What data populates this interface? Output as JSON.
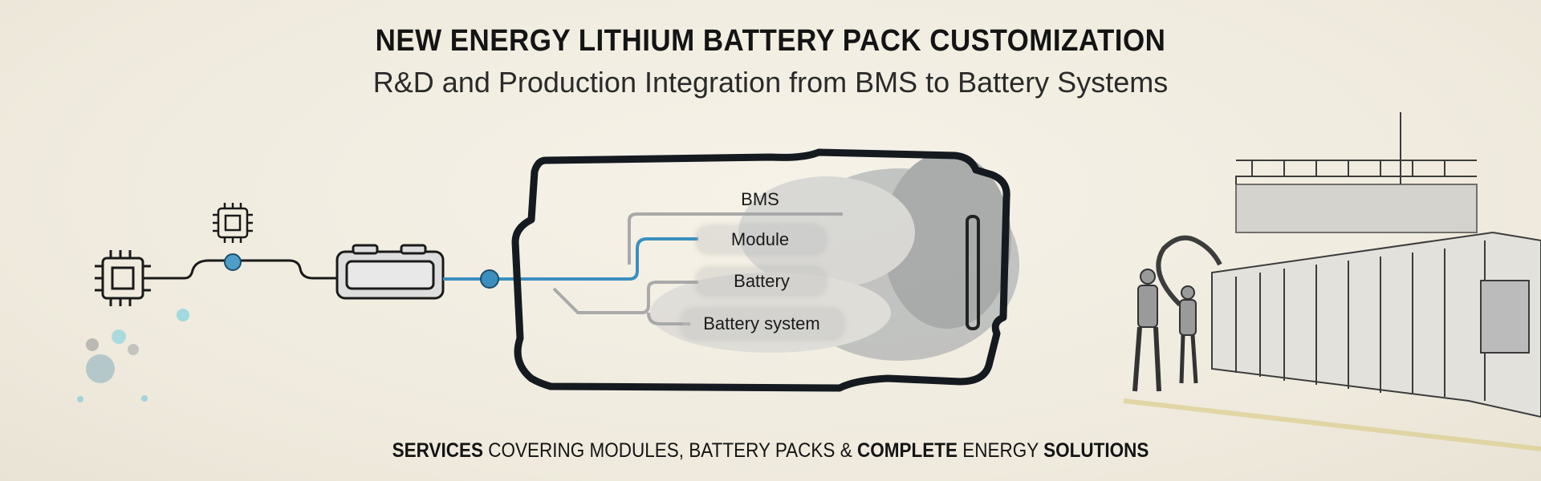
{
  "header": {
    "title": "NEW ENERGY LITHIUM BATTERY PACK CUSTOMIZATION",
    "subtitle": "R&D and Production Integration from BMS to Battery Systems"
  },
  "diagram": {
    "labels": [
      "BMS",
      "Module",
      "Battery",
      "Battery system"
    ],
    "accent_color": "#3b8fbf"
  },
  "footer": {
    "part1": "SERVICES",
    "part2": " COVERING MODULES, BATTERY PACKS & ",
    "part3": "COMPLETE",
    "part4": " ENERGY ",
    "part5": "SOLUTIONS"
  }
}
